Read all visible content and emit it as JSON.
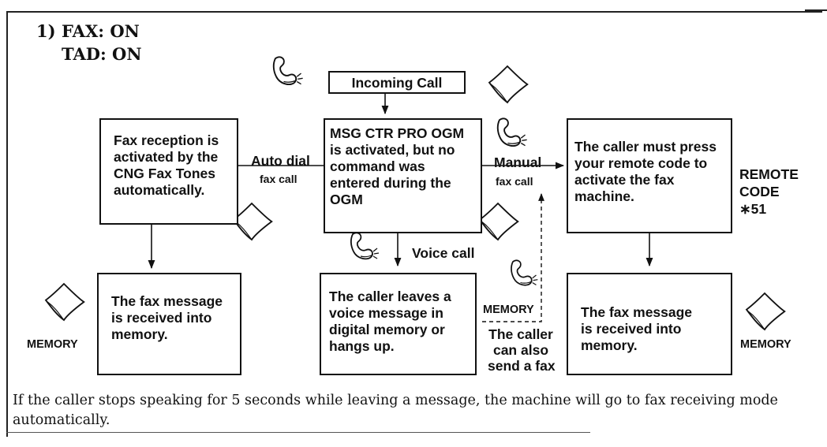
{
  "heading": {
    "number": "1)",
    "line1": "FAX: ON",
    "line2": "TAD: ON"
  },
  "nodes": {
    "incoming_call": "Incoming Call",
    "fax_reception": [
      "Fax reception is",
      "activated by the",
      "CNG Fax Tones",
      "automatically."
    ],
    "msg_ctr": [
      "MSG CTR PRO OGM",
      "is activated, but no",
      "command was",
      "entered during the",
      "OGM"
    ],
    "remote_code_box": [
      "The caller must press",
      "your remote code to",
      "activate the fax",
      "machine."
    ],
    "fax_memory_left": [
      "The fax message",
      "is received into",
      "memory."
    ],
    "voice_message": [
      "The caller leaves a",
      "voice message in",
      "digital memory or",
      "hangs up."
    ],
    "fax_memory_right": [
      "The fax message",
      "is received into",
      "memory."
    ]
  },
  "edge_labels": {
    "auto_dial": "Auto dial",
    "auto_fax_call": "fax call",
    "manual": "Manual",
    "manual_fax_call": "fax call",
    "voice_call": "Voice call",
    "also_fax": [
      "The caller",
      "can also",
      "send a fax"
    ]
  },
  "side_labels": {
    "remote_code": [
      "REMOTE",
      "CODE",
      "∗51"
    ],
    "memory_left": "MEMORY",
    "memory_middle": "MEMORY",
    "memory_right": "MEMORY"
  },
  "icons": [
    "phone-handset-icon",
    "fax-paper-icon"
  ],
  "footnote": "If the caller stops speaking for 5 seconds while leaving a message, the machine will go to fax receiving mode automatically."
}
